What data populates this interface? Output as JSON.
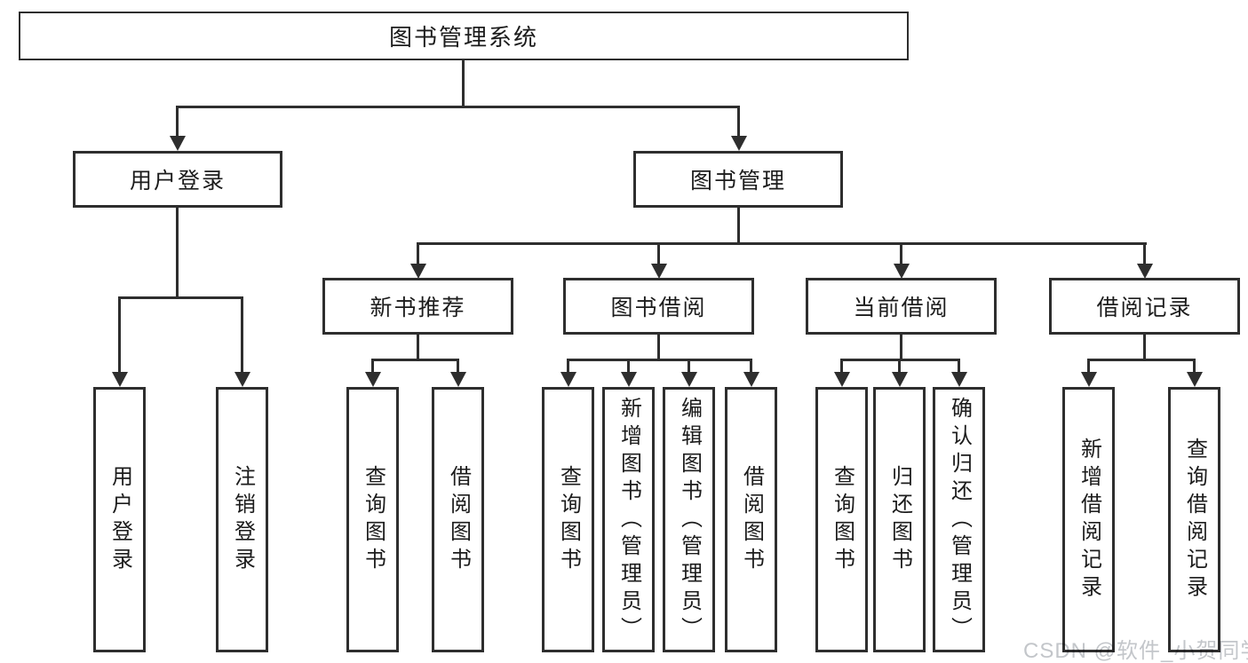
{
  "diagram": {
    "title": "图书管理系统",
    "root": {
      "label": "图书管理系统"
    },
    "branches": [
      {
        "label": "用户登录",
        "children": [
          {
            "label": "用户登录"
          },
          {
            "label": "注销登录"
          }
        ]
      },
      {
        "label": "图书管理",
        "children": [
          {
            "label": "新书推荐",
            "children": [
              {
                "label": "查询图书"
              },
              {
                "label": "借阅图书"
              }
            ]
          },
          {
            "label": "图书借阅",
            "children": [
              {
                "label": "查询图书"
              },
              {
                "label": "新增图书（管理员）"
              },
              {
                "label": "编辑图书（管理员）"
              },
              {
                "label": "借阅图书"
              }
            ]
          },
          {
            "label": "当前借阅",
            "children": [
              {
                "label": "查询图书"
              },
              {
                "label": "归还图书"
              },
              {
                "label": "确认归还（管理员）"
              }
            ]
          },
          {
            "label": "借阅记录",
            "children": [
              {
                "label": "新增借阅记录"
              },
              {
                "label": "查询借阅记录"
              }
            ]
          }
        ]
      }
    ]
  },
  "watermark": "CSDN @软件_小贺同学",
  "colors": {
    "line": "#2e2e2e",
    "box_background": "#ffffff",
    "text": "#1c1c1c",
    "watermark": "#c3c6ca"
  }
}
